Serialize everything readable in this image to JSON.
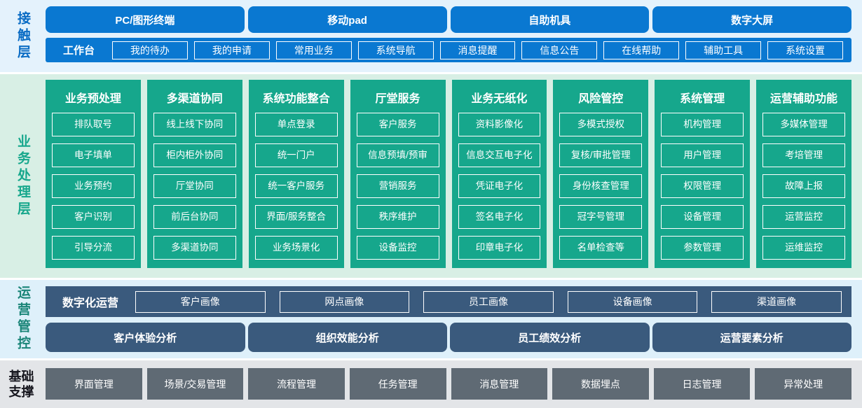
{
  "colors": {
    "blue": "#0a78d1",
    "blue_label": "#0a6cc4",
    "band1_bg": "#e4f2fc",
    "green": "#16a78c",
    "band2_bg": "#d8efe5",
    "slate": "#3a5a7d",
    "band3_bg": "#def0fa",
    "gray": "#5f6a74",
    "band4_bg": "#e3e5e8",
    "dark_label": "#16161e",
    "teal_label": "#1a8578"
  },
  "contact_layer": {
    "label": "接触层",
    "devices": [
      "PC/图形终端",
      "移动pad",
      "自助机具",
      "数字大屏"
    ],
    "workbench": {
      "label": "工作台",
      "items": [
        "我的待办",
        "我的申请",
        "常用业务",
        "系统导航",
        "消息提醒",
        "信息公告",
        "在线帮助",
        "辅助工具",
        "系统设置"
      ]
    }
  },
  "business_layer": {
    "label": "业务处理层",
    "columns": [
      {
        "title": "业务预处理",
        "items": [
          "排队取号",
          "电子填单",
          "业务预约",
          "客户识别",
          "引导分流"
        ]
      },
      {
        "title": "多渠道协同",
        "items": [
          "线上线下协同",
          "柜内柜外协同",
          "厅堂协同",
          "前后台协同",
          "多渠道协同"
        ]
      },
      {
        "title": "系统功能整合",
        "items": [
          "单点登录",
          "统一门户",
          "统一客户服务",
          "界面/服务整合",
          "业务场景化"
        ]
      },
      {
        "title": "厅堂服务",
        "items": [
          "客户服务",
          "信息预填/预审",
          "营销服务",
          "秩序维护",
          "设备监控"
        ]
      },
      {
        "title": "业务无纸化",
        "items": [
          "资料影像化",
          "信息交互电子化",
          "凭证电子化",
          "签名电子化",
          "印章电子化"
        ]
      },
      {
        "title": "风险管控",
        "items": [
          "多模式授权",
          "复核/审批管理",
          "身份核查管理",
          "冠字号管理",
          "名单检查等"
        ]
      },
      {
        "title": "系统管理",
        "items": [
          "机构管理",
          "用户管理",
          "权限管理",
          "设备管理",
          "参数管理"
        ]
      },
      {
        "title": "运营辅助功能",
        "items": [
          "多媒体管理",
          "考培管理",
          "故障上报",
          "运营监控",
          "运维监控"
        ]
      }
    ]
  },
  "operations_layer": {
    "label": "运营管控",
    "digital": {
      "label": "数字化运营",
      "items": [
        "客户画像",
        "网点画像",
        "员工画像",
        "设备画像",
        "渠道画像"
      ]
    },
    "analysis": [
      "客户体验分析",
      "组织效能分析",
      "员工绩效分析",
      "运营要素分析"
    ]
  },
  "support_layer": {
    "label": "基础支撑",
    "items": [
      "界面管理",
      "场景/交易管理",
      "流程管理",
      "任务管理",
      "消息管理",
      "数据埋点",
      "日志管理",
      "异常处理"
    ]
  }
}
